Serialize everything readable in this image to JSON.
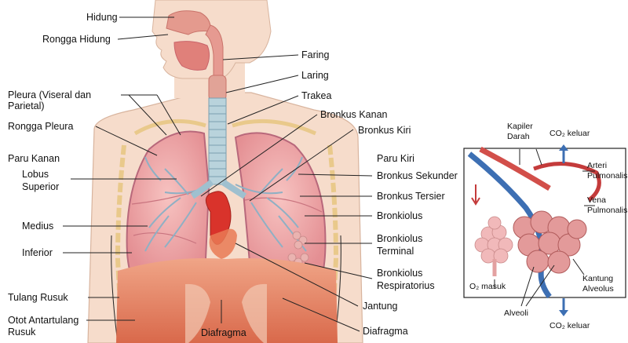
{
  "labels_left": {
    "hidung": "Hidung",
    "rongga_hidung": "Rongga Hidung",
    "pleura_1": "Pleura (Viseral dan",
    "pleura_2": "Parietal)",
    "rongga_pleura": "Rongga Pleura",
    "paru_kanan": "Paru Kanan",
    "lobus_1": "Lobus",
    "lobus_2": "Superior",
    "medius": "Medius",
    "inferior": "Inferior",
    "tulang_rusuk": "Tulang Rusuk",
    "otot_1": "Otot Antartulang",
    "otot_2": "Rusuk"
  },
  "labels_right": {
    "faring": "Faring",
    "laring": "Laring",
    "trakea": "Trakea",
    "bronkus_kanan": "Bronkus Kanan",
    "bronkus_kiri": "Bronkus Kiri",
    "paru_kiri": "Paru Kiri",
    "bronkus_sekunder": "Bronkus Sekunder",
    "bronkus_tersier": "Bronkus Tersier",
    "bronkiolus": "Bronkiolus",
    "bronkiolus_terminal_1": "Bronkiolus",
    "bronkiolus_terminal_2": "Terminal",
    "bronkiolus_resp_1": "Bronkiolus",
    "bronkiolus_resp_2": "Respiratorius",
    "jantung": "Jantung",
    "diafragma": "Diafragma"
  },
  "labels_center": {
    "diafragma": "Diafragma"
  },
  "inset": {
    "kapiler_1": "Kapiler",
    "kapiler_2": "Darah",
    "co2_keluar_top": "CO₂ keluar",
    "arteri_1": "Arteri",
    "arteri_2": "Pulmonalis",
    "vena_1": "Vena",
    "vena_2": "Pulmonalis",
    "o2_masuk": "O₂ masuk",
    "kantung_1": "Kantung",
    "kantung_2": "Alveolus",
    "alveoli": "Alveoli",
    "co2_keluar_bottom": "CO₂ keluar"
  },
  "colors": {
    "skin": "#f6dccb",
    "lung": "#f0a6a8",
    "lung_dark": "#d77f84",
    "trachea": "#b9d3dc",
    "diaphragm": "#e78a6c",
    "heart": "#d9332b",
    "vein_blue": "#3d6fb3"
  }
}
